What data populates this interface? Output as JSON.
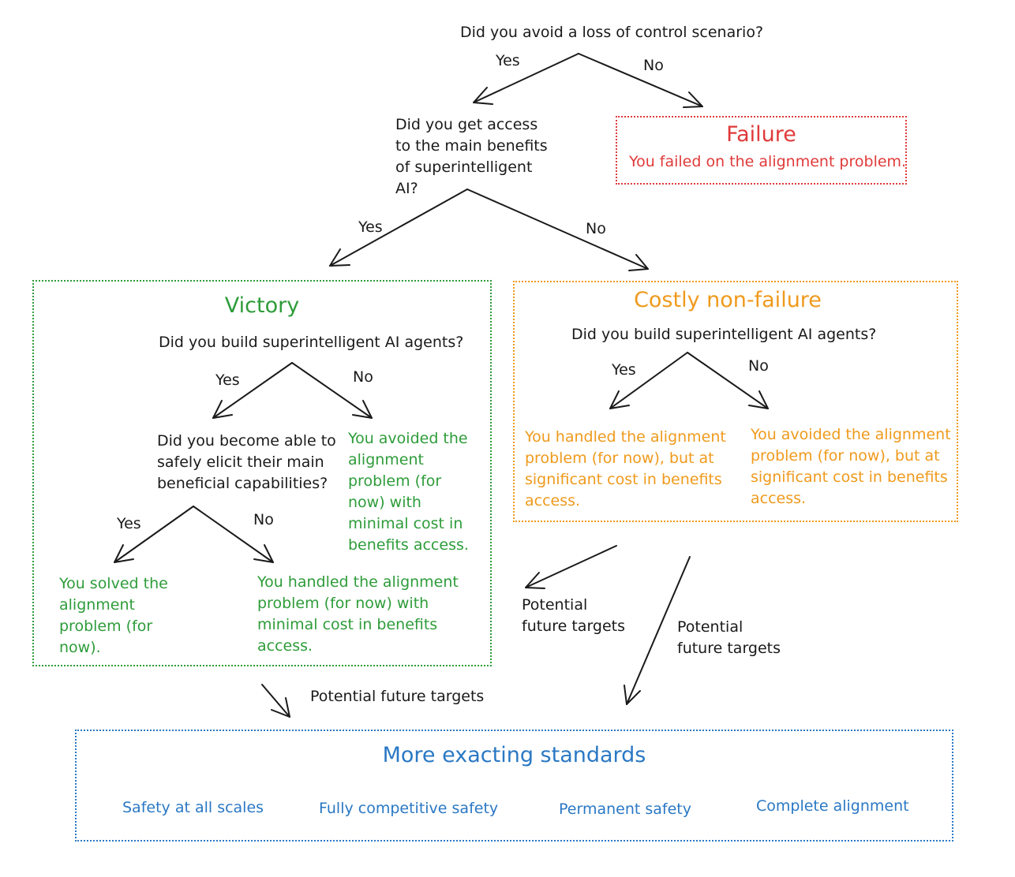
{
  "root": {
    "question": "Did you avoid a loss of control scenario?",
    "yes": "Yes",
    "no": "No"
  },
  "failure": {
    "title": "Failure",
    "text": "You failed on the alignment problem."
  },
  "benefits": {
    "question": "Did you get access to the main benefits of superintelligent AI?",
    "yes": "Yes",
    "no": "No"
  },
  "victory": {
    "title": "Victory",
    "question": "Did you build superintelligent AI agents?",
    "yes": "Yes",
    "no": "No",
    "no_outcome": "You avoided the alignment problem (for now) with minimal cost in benefits access.",
    "elicit_question": "Did you become able to safely elicit their main beneficial capabilities?",
    "elicit_yes": "Yes",
    "elicit_no": "No",
    "solved": "You solved the alignment problem (for now).",
    "handled": "You handled the alignment problem (for now) with minimal cost in benefits access."
  },
  "costly": {
    "title": "Costly non-failure",
    "question": "Did you build superintelligent AI agents?",
    "yes": "Yes",
    "no": "No",
    "handled": "You handled the alignment problem (for now), but at significant cost in benefits access.",
    "avoided": "You avoided the alignment problem (for now), but at significant cost in benefits access."
  },
  "future_targets": {
    "label_1": "Potential future targets",
    "label_2": "Potential future targets",
    "label_3": "Potential future targets"
  },
  "standards": {
    "title": "More exacting standards",
    "items": [
      "Safety at all scales",
      "Fully competitive safety",
      "Permanent safety",
      "Complete alignment"
    ]
  },
  "colors": {
    "failure": "#e03a3a",
    "victory": "#2e9c3a",
    "costly": "#ef9a1c",
    "standards": "#2a78c4"
  }
}
